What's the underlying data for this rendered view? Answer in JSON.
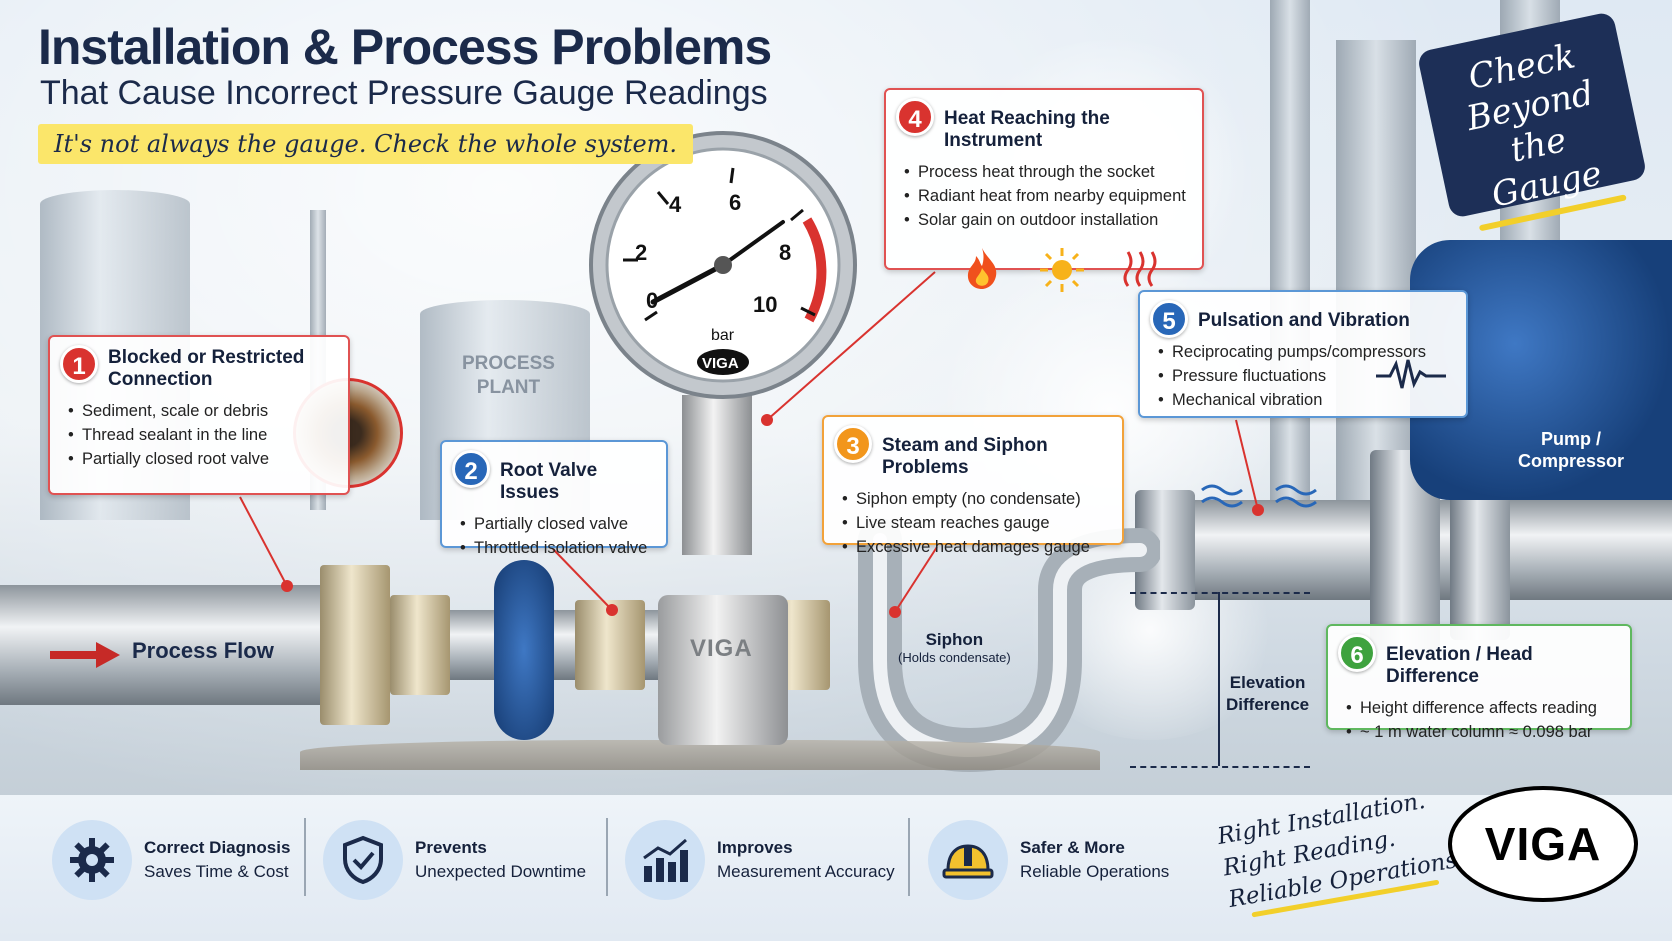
{
  "header": {
    "title": "Installation & Process Problems",
    "subtitle": "That Cause Incorrect Pressure Gauge Readings",
    "tagline": "It's not always the gauge. Check the whole system."
  },
  "badge": {
    "line1": "Check",
    "line2": "Beyond",
    "line3": "the Gauge"
  },
  "gauge": {
    "unit": "bar",
    "brand": "VIGA",
    "ticks": [
      "0",
      "2",
      "4",
      "6",
      "8",
      "10"
    ],
    "body_text": "VIGA"
  },
  "scene": {
    "process_plant": [
      "PROCESS",
      "PLANT"
    ],
    "process_flow": "Process Flow",
    "pump": [
      "Pump /",
      "Compressor"
    ],
    "siphon_title": "Siphon",
    "siphon_note": "(Holds condensate)",
    "elevation": [
      "Elevation",
      "Difference"
    ]
  },
  "cards": [
    {
      "num": "1",
      "title": "Blocked or Restricted Connection",
      "items": [
        "Sediment, scale or debris",
        "Thread sealant in the line",
        "Partially closed root valve"
      ]
    },
    {
      "num": "2",
      "title": "Root Valve Issues",
      "items": [
        "Partially closed valve",
        "Throttled isolation valve"
      ]
    },
    {
      "num": "3",
      "title": "Steam and Siphon Problems",
      "items": [
        "Siphon empty (no condensate)",
        "Live steam reaches gauge",
        "Excessive heat damages gauge"
      ]
    },
    {
      "num": "4",
      "title": "Heat Reaching the Instrument",
      "items": [
        "Process heat through the socket",
        "Radiant heat from nearby equipment",
        "Solar gain on outdoor installation"
      ]
    },
    {
      "num": "5",
      "title": "Pulsation and Vibration",
      "items": [
        "Reciprocating pumps/compressors",
        "Pressure fluctuations",
        "Mechanical vibration"
      ]
    },
    {
      "num": "6",
      "title": "Elevation / Head Difference",
      "items": [
        "Height difference affects reading",
        "~ 1 m water column ≈ 0.098 bar"
      ]
    }
  ],
  "footer": {
    "features": [
      {
        "icon": "gear-icon",
        "bold": "Correct Diagnosis",
        "text": "Saves Time & Cost"
      },
      {
        "icon": "shield-check-icon",
        "bold": "Prevents",
        "text": "Unexpected Downtime"
      },
      {
        "icon": "bar-chart-icon",
        "bold": "Improves",
        "text": "Measurement Accuracy"
      },
      {
        "icon": "hard-hat-icon",
        "bold": "Safer & More",
        "text": "Reliable Operations"
      }
    ],
    "slogan": [
      "Right Installation.",
      "Right Reading.",
      "Reliable Operations."
    ],
    "logo": "VIGA"
  },
  "colors": {
    "red": "#d9332f",
    "blue": "#2867b8",
    "orange": "#f2961c",
    "green": "#3ea23e",
    "navy": "#1b2a4a",
    "yellow": "#fbe66a"
  }
}
